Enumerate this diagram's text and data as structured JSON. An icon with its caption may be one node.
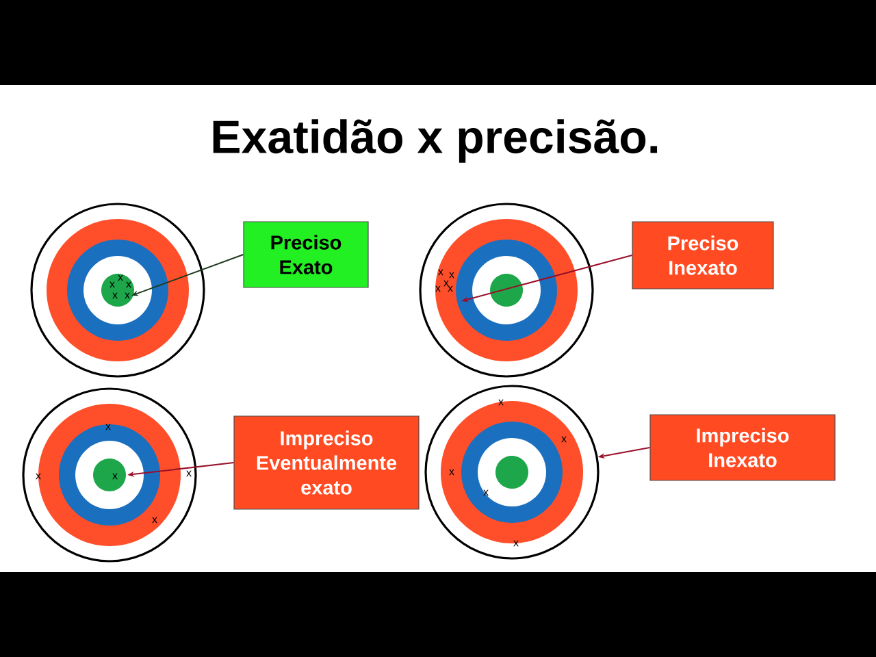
{
  "diagram": {
    "title": "Exatidão x precisão.",
    "nodes": [
      {
        "text": [],
        "shape": "circle"
      },
      {
        "text": [
          "Preciso Exato"
        ]
      },
      {
        "text": [],
        "shape": "circle"
      },
      {
        "text": [
          "Preciso Inexato"
        ]
      },
      {
        "text": [],
        "shape": "circle"
      },
      {
        "text": [
          "Impreciso Eventualmente exato"
        ]
      },
      {
        "text": [],
        "shape": "circle"
      },
      {
        "text": [
          "Impreciso Inexato"
        ]
      }
    ],
    "edges": [
      {
        "from": 1,
        "to": 0,
        "arrow": "to",
        "color": "#1f3a1f"
      },
      {
        "from": 3,
        "to": 2,
        "arrow": "to"
      },
      {
        "from": 5,
        "to": 4,
        "arrow": "to"
      },
      {
        "from": 7,
        "to": 6,
        "arrow": "to"
      }
    ],
    "labels": [
      "x",
      "x",
      "x",
      "x",
      "x",
      "x",
      "x",
      "x",
      "x",
      "x",
      "x",
      "x",
      "x",
      "x",
      "x",
      "x",
      "x",
      "x",
      "x",
      "x"
    ]
  }
}
